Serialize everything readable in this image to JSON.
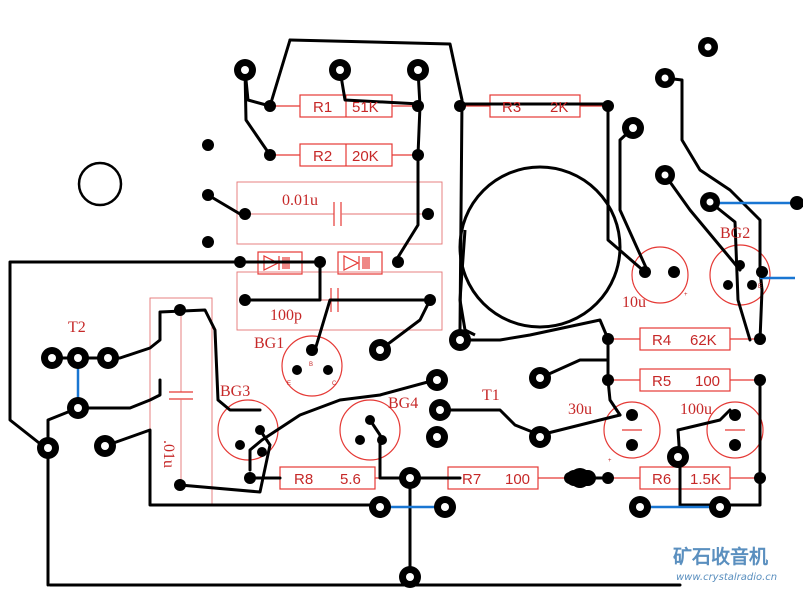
{
  "components": {
    "r1": {
      "ref": "R1",
      "value": "51K"
    },
    "r2": {
      "ref": "R2",
      "value": "20K"
    },
    "r3": {
      "ref": "R3",
      "value": "2K"
    },
    "r4": {
      "ref": "R4",
      "value": "62K"
    },
    "r5": {
      "ref": "R5",
      "value": "100"
    },
    "r6": {
      "ref": "R6",
      "value": "1.5K"
    },
    "r7": {
      "ref": "R7",
      "value": "100"
    },
    "r8": {
      "ref": "R8",
      "value": "5.6"
    },
    "cap_001u": "0.01u",
    "cap_100p": "100p",
    "cap_10u": "10u",
    "cap_30u": "30u",
    "cap_100u": "100u",
    "cap_01u": ".01u",
    "bg1": "BG1",
    "bg2": "BG2",
    "bg3": "BG3",
    "bg4": "BG4",
    "t1": "T1",
    "t2": "T2"
  },
  "pin_marks": {
    "e": "E",
    "b": "B",
    "c": "C",
    "plus": "+"
  },
  "watermark": {
    "title": "矿石收音机",
    "url": "www.crystalradio.cn"
  }
}
